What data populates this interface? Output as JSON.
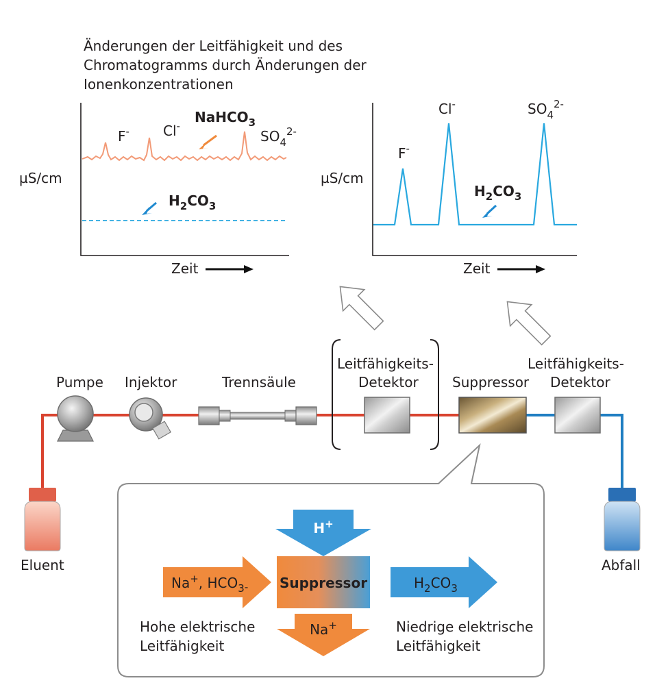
{
  "caption": {
    "line1": "Änderungen der Leitfähigkeit und des",
    "line2": "Chromatogramms durch Änderungen der",
    "line3": "Ionenkonzentrationen"
  },
  "left_chart": {
    "ylabel": "µS/cm",
    "xlabel": "Zeit",
    "peaks": {
      "f_base": "F",
      "f_sup": "-",
      "cl_base": "Cl",
      "cl_sup": "-",
      "so_base": "SO",
      "so_sub": "4",
      "so_sup": "2-"
    },
    "nahco3": {
      "a": "NaHCO",
      "sub": "3"
    },
    "h2co3": {
      "a": "H",
      "sub1": "2",
      "b": "CO",
      "sub2": "3"
    }
  },
  "right_chart": {
    "ylabel": "µS/cm",
    "xlabel": "Zeit",
    "peaks": {
      "f_base": "F",
      "f_sup": "-",
      "cl_base": "Cl",
      "cl_sup": "-",
      "so_base": "SO",
      "so_sub": "4",
      "so_sup": "2-"
    },
    "h2co3": {
      "a": "H",
      "sub1": "2",
      "b": "CO",
      "sub2": "3"
    }
  },
  "system": {
    "pump": "Pumpe",
    "injector": "Injektor",
    "column": "Trennsäule",
    "detector1_line1": "Leitfähigkeits-",
    "detector1_line2": "Detektor",
    "suppressor": "Suppressor",
    "detector2_line1": "Leitfähigkeits-",
    "detector2_line2": "Detektor",
    "eluent": "Eluent",
    "waste": "Abfall"
  },
  "detail": {
    "h_plus": {
      "a": "H",
      "sup": "+"
    },
    "na_plus": {
      "a": "Na",
      "sup": "+"
    },
    "input": {
      "a": "Na",
      "sup1": "+",
      "b": ", HCO",
      "sub": "3",
      "sup2": "-"
    },
    "output": {
      "a": "H",
      "sub1": "2",
      "b": "CO",
      "sub2": "3"
    },
    "suppressor": "Suppressor",
    "high_line1": "Hohe elektrische",
    "high_line2": "Leitfähigkeit",
    "low_line1": "Niedrige elektrische",
    "low_line2": "Leitfähigkeit"
  },
  "colors": {
    "eluent_line": "#d9432f",
    "waste_line": "#1f7ec2",
    "high_trace": "#f29a77",
    "low_trace": "#29a8df",
    "orange": "#f08a3c",
    "blue": "#3d9ad8"
  }
}
